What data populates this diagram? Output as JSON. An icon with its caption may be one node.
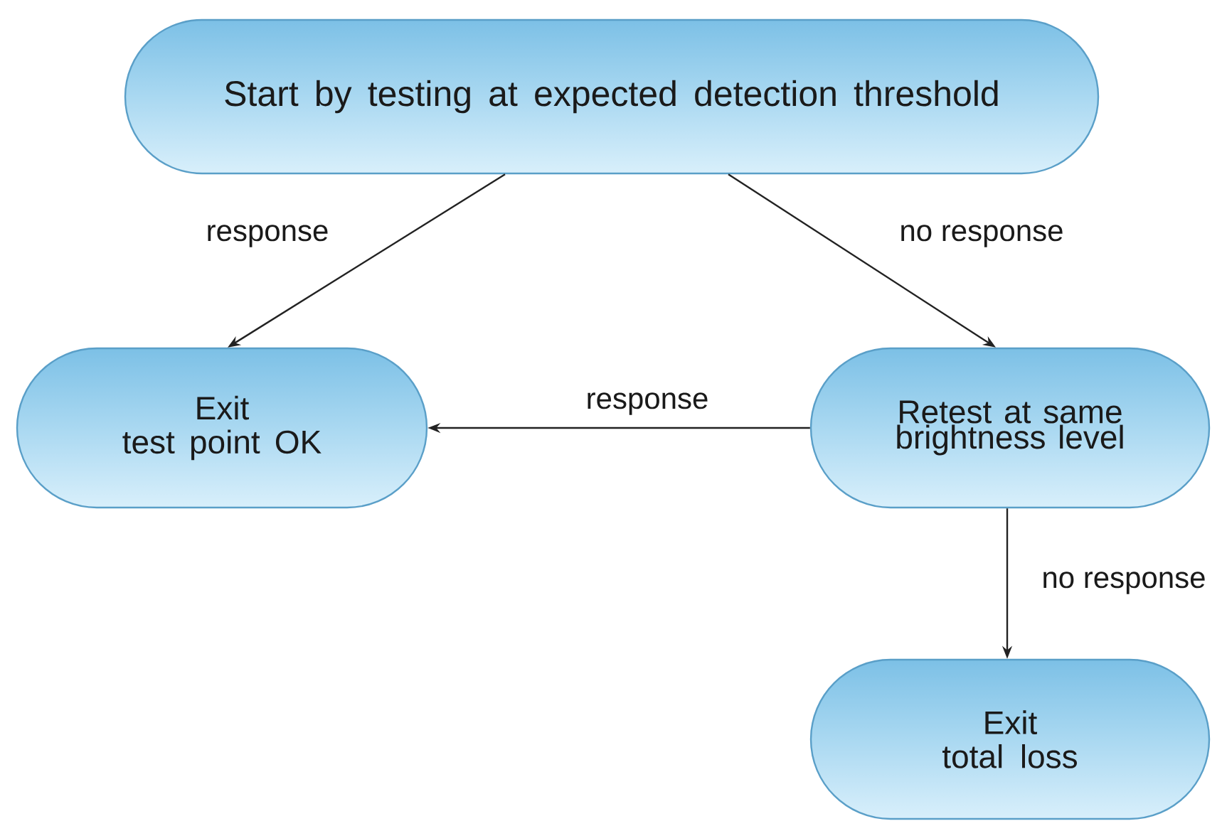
{
  "diagram": {
    "nodes": [
      {
        "text": [
          "Start by testing at expected detection threshold"
        ]
      },
      {
        "text": [
          "Exit",
          "test point OK"
        ]
      },
      {
        "text": [
          "Retest at same brightness level"
        ]
      },
      {
        "text": [
          "Exit",
          "total loss"
        ]
      }
    ],
    "edges": [
      {
        "from": 0,
        "to": 1,
        "arrow": "to",
        "label": "response"
      },
      {
        "from": 0,
        "to": 2,
        "arrow": "to",
        "label": "no response"
      },
      {
        "from": 2,
        "to": 1,
        "arrow": "to",
        "label": "response"
      },
      {
        "from": 2,
        "to": 3,
        "arrow": "to",
        "label": "no response"
      }
    ]
  }
}
